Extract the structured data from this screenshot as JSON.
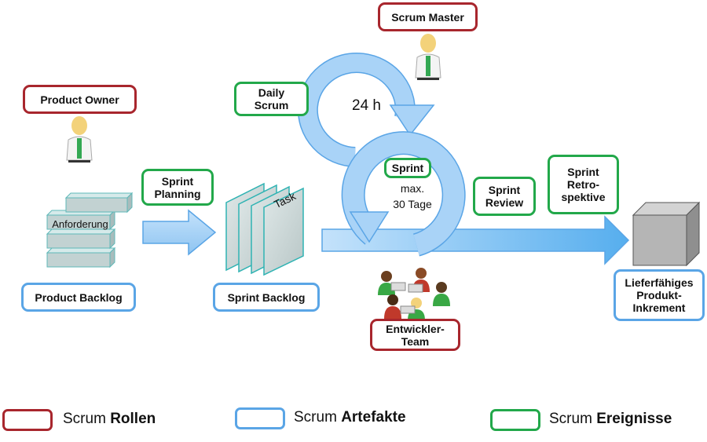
{
  "roles": {
    "scrum_master": "Scrum Master",
    "product_owner": "Product Owner",
    "dev_team": "Entwickler-\nTeam"
  },
  "artifacts": {
    "product_backlog": "Product Backlog",
    "sprint_backlog": "Sprint Backlog",
    "increment": "Lieferfähiges\nProdukt-\nInkrement"
  },
  "events": {
    "daily_scrum": "Daily\nScrum",
    "sprint_planning": "Sprint\nPlanning",
    "sprint": "Sprint",
    "sprint_review": "Sprint\nReview",
    "sprint_retro": "Sprint\nRetro-\nspektive"
  },
  "labels": {
    "hours": "24 h",
    "sprint_length": "max.\n30 Tage",
    "requirement": "Anforderung",
    "task": "Task"
  },
  "legend": {
    "roles_prefix": "Scrum",
    "roles_bold": "Rollen",
    "artifacts_prefix": "Scrum",
    "artifacts_bold": "Artefakte",
    "events_prefix": "Scrum",
    "events_bold": "Ereignisse"
  },
  "colors": {
    "roles": "#a8262d",
    "artifacts": "#5aa5e6",
    "events": "#22a84a",
    "arrow_fill": "#a9d3f7"
  },
  "icons": [
    "person-icon",
    "team-icon",
    "cube-icon",
    "cycle-arrow-icon"
  ]
}
